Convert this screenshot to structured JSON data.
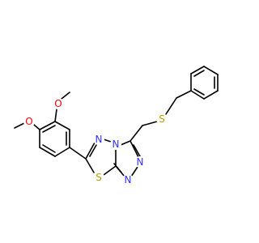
{
  "molecule": {
    "colors": {
      "bond": "#000000",
      "N": "#3333ff",
      "O": "#ff0000",
      "S": "#b3a000",
      "C": "#000000",
      "background": "#ffffff"
    },
    "atom_labels": {
      "O1": "O",
      "O2": "O",
      "N1": "N",
      "N2": "N",
      "N3": "N",
      "N4": "N",
      "S1": "S",
      "S2": "S"
    }
  }
}
